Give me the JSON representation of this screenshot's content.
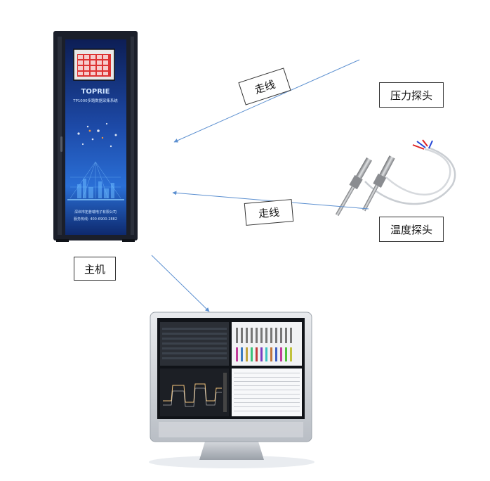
{
  "labels": {
    "host": "主机",
    "pressure_probe": "压力探头",
    "temperature_probe": "温度探头",
    "wire_top": "走线",
    "wire_bottom": "走线"
  },
  "cabinet": {
    "brand": "TOPRIE",
    "product": "TP1000多路数据采集系统",
    "company": "深圳市拓普瑞电子有限公司",
    "phone": "服务热线: 400-6900-2882"
  },
  "colors": {
    "connector": "#5b8fd0",
    "cabinet_body": "#1b1f2a",
    "cabinet_glass": "#1a3a8a",
    "label_border": "#333333"
  }
}
